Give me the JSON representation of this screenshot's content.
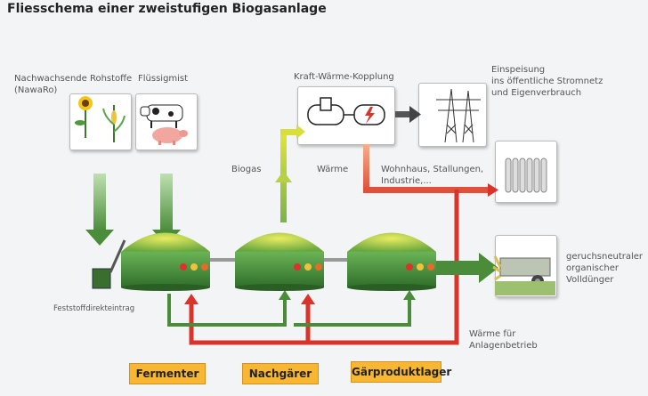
{
  "title": "Fliesschema einer zweistufigen Biogasanlage",
  "labels": {
    "nawaro": [
      "Nachwachsende Rohstoffe",
      "(NawaRo)"
    ],
    "guelle": "Flüssigmist",
    "kwk": "Kraft-Wärme-Kopplung",
    "einspeisung": [
      "Einspeisung",
      "ins öffentliche Stromnetz",
      "und Eigenverbrauch"
    ],
    "biogas": "Biogas",
    "waerme": "Wärme",
    "wohnhaus": [
      "Wohnhaus, Stallungen,",
      "Industrie,..."
    ],
    "feststoff": "Feststoffdirekteintrag",
    "duenger": [
      "geruchsneutraler",
      "organischer",
      "Volldünger"
    ],
    "anlagen": [
      "Wärme für",
      "Anlagenbetrieb"
    ]
  },
  "tanks": [
    {
      "name": "Fermenter"
    },
    {
      "name": "Nachgärer"
    },
    {
      "name": "Gärproduktlager"
    }
  ],
  "colors": {
    "green_arrow": "#4a8c3a",
    "red_line": "#d9342b",
    "tag_fill": "#f7b733",
    "tank_green": "#5ea34a",
    "biogas_yellow": "#d8de3c"
  },
  "icons": [
    "sunflower-icon",
    "corn-icon",
    "cow-icon",
    "pig-icon",
    "gas-engine-icon",
    "generator-icon",
    "power-pylon-icon",
    "radiator-icon",
    "manure-spreader-icon"
  ]
}
